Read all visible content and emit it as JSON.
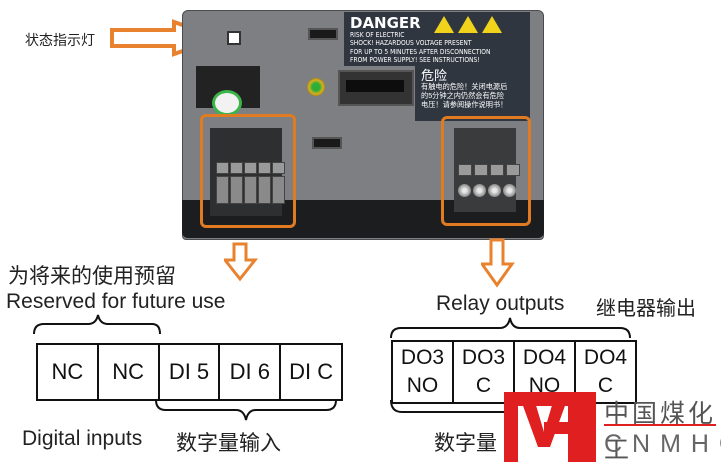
{
  "status_indicator": {
    "label": "状态指示灯"
  },
  "warning_label": {
    "title": "DANGER",
    "lines": [
      "RISK OF ELECTRIC",
      "SHOCK! HAZARDOUS VOLTAGE PRESENT",
      "FOR UP TO 5 MINUTES AFTER DISCONNECTION",
      "FROM POWER SUPPLY! SEE INSTRUCTIONS!"
    ],
    "cn_title": "危险",
    "cn_lines": [
      "有触电的危险！关闭电源后",
      "的5分钟之内仍然会有危险",
      "电压！请参阅操作说明书！"
    ]
  },
  "left_terminal": {
    "reserved_cn": "为将来的使用预留",
    "reserved_en": "Reserved for future use",
    "pins": [
      "NC",
      "NC",
      "DI 5",
      "DI 6",
      "DI C"
    ],
    "footer_en": "Digital inputs",
    "footer_cn": "数字量输入"
  },
  "right_terminal": {
    "header_en": "Relay outputs",
    "header_cn": "继电器输出",
    "pins": [
      {
        "line1": "DO3",
        "line2": "NO"
      },
      {
        "line1": "DO3",
        "line2": "C"
      },
      {
        "line1": "DO4",
        "line2": "NO"
      },
      {
        "line1": "DO4",
        "line2": "C"
      }
    ],
    "footer_cn": "数字量"
  },
  "watermark": {
    "cn": "中国煤化工",
    "en": "CNMHG",
    "brand_color": "#e02020"
  },
  "colors": {
    "accent": "#e07b22",
    "device_body": "#7d7f82"
  }
}
